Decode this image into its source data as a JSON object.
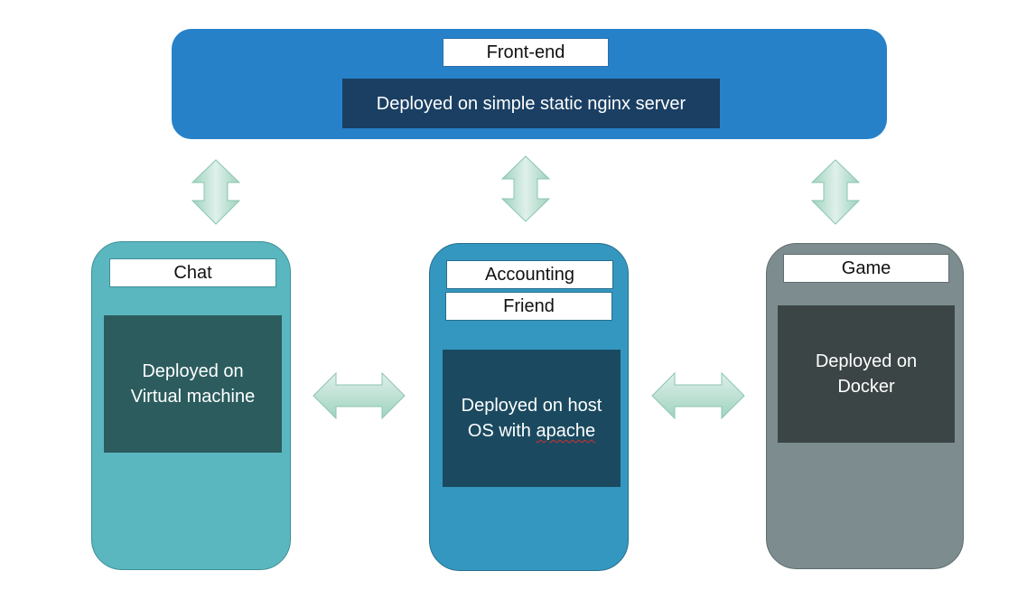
{
  "colors": {
    "frontend_bg": "#2781c9",
    "frontend_inner": "#1a3f63",
    "chat_bg": "#5ab7bf",
    "chat_inner": "#2c5c5e",
    "accounting_bg": "#3497bf",
    "accounting_inner": "#1b4a60",
    "game_bg": "#7d8d8f",
    "game_inner": "#3c4546",
    "arrow_fill_light": "#dff0ea",
    "arrow_fill_dark": "#9fd3bf",
    "arrow_stroke": "#8cc5b1"
  },
  "frontend": {
    "label": "Front-end",
    "deployment": "Deployed on simple static nginx server"
  },
  "chat": {
    "label": "Chat",
    "deployment_line1": "Deployed on",
    "deployment_line2": "Virtual machine"
  },
  "accounting": {
    "label": "Accounting",
    "label2": "Friend",
    "deployment_line1": "Deployed on host",
    "deployment_line2_prefix": "OS with ",
    "deployment_line2_word": "apache"
  },
  "game": {
    "label": "Game",
    "deployment_line1": "Deployed on",
    "deployment_line2": "Docker"
  },
  "arrows": [
    {
      "name": "arrow-frontend-chat",
      "direction": "vertical"
    },
    {
      "name": "arrow-frontend-accounting",
      "direction": "vertical"
    },
    {
      "name": "arrow-frontend-game",
      "direction": "vertical"
    },
    {
      "name": "arrow-chat-accounting",
      "direction": "horizontal"
    },
    {
      "name": "arrow-accounting-game",
      "direction": "horizontal"
    }
  ]
}
